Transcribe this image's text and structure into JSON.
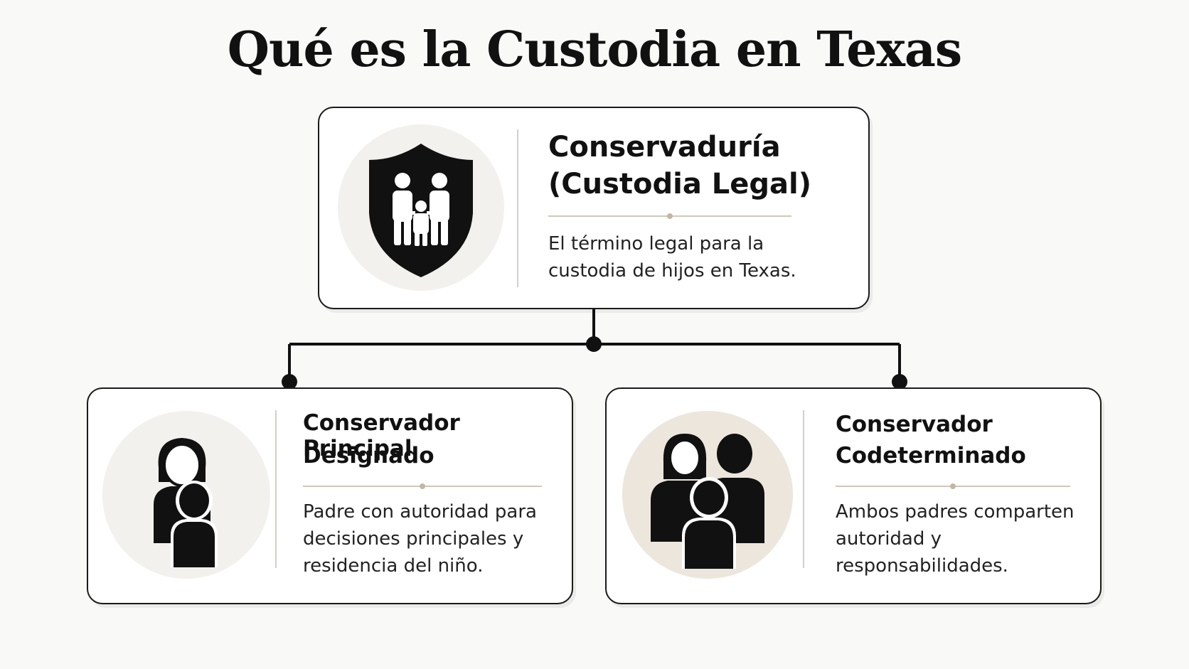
{
  "title": "Qué es la Custodia en Texas",
  "colors": {
    "background": "#f9f9f8",
    "ink": "#111111",
    "icon_circle_light": "#f3f1ed",
    "icon_circle_beige": "#ece6dc",
    "accent_rule": "#cfc8bb"
  },
  "top_card": {
    "icon": "family-shield-icon",
    "heading_line1": "Conservaduría",
    "heading_line2": "(Custodia Legal)",
    "description": "El término legal para la\ncustodia de hijos en Texas."
  },
  "left_card": {
    "icon": "parent-child-icon",
    "heading_line1": "Conservador Principal",
    "heading_line2": "Designado",
    "description": "Padre con autoridad para\ndecisiones principales y\nresidencia del niño."
  },
  "right_card": {
    "icon": "two-parents-child-icon",
    "heading_line1": "Conservador",
    "heading_line2": "Codeterminado",
    "description": "Ambos padres comparten\nautoridad y\nresponsabilidades."
  }
}
